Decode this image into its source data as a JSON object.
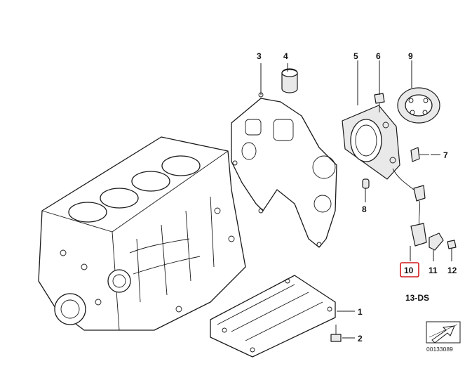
{
  "callouts": [
    {
      "id": "1",
      "label": "1"
    },
    {
      "id": "2",
      "label": "2"
    },
    {
      "id": "3",
      "label": "3"
    },
    {
      "id": "4",
      "label": "4"
    },
    {
      "id": "5",
      "label": "5"
    },
    {
      "id": "6",
      "label": "6"
    },
    {
      "id": "7",
      "label": "7"
    },
    {
      "id": "8",
      "label": "8"
    },
    {
      "id": "9",
      "label": "9"
    },
    {
      "id": "10",
      "label": "10",
      "highlighted": true
    },
    {
      "id": "11",
      "label": "11"
    },
    {
      "id": "12",
      "label": "12"
    }
  ],
  "diagram_id": "13-DS",
  "reference_number": "00133089",
  "colors": {
    "line": "#1a1a1a",
    "highlight": "#d11a1a",
    "part_fill": "#e9e9e9"
  },
  "icons": [
    "arrow-direction-icon"
  ]
}
